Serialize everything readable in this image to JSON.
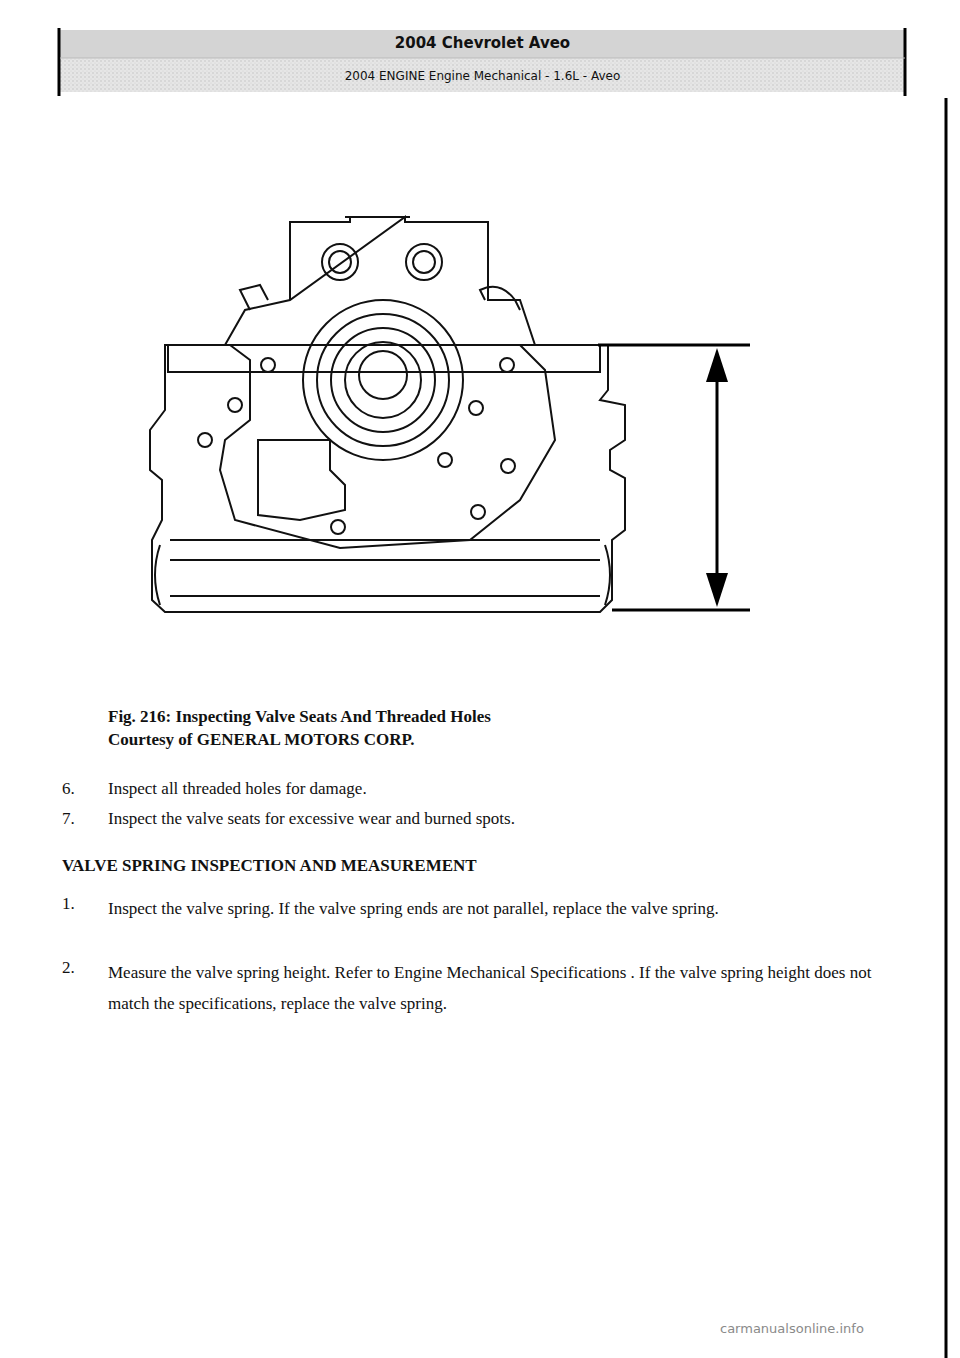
{
  "diagram": {
    "title": "2004 Chevrolet Aveo",
    "caption": "Fig. 216: Inspecting Valve Seats And Threaded Holes",
    "labels": [
      "2004 ENGINE Engine Mechanical - 1.6L - Aveo",
      "Courtesy of GENERAL MOTORS CORP.",
      "6.",
      "Inspect all threaded holes for damage.",
      "7.",
      "Inspect the valve seats for excessive wear and burned spots.",
      "VALVE SPRING INSPECTION AND MEASUREMENT",
      "1.",
      "Inspect the valve spring. If the valve spring ends are not parallel, replace the valve spring.",
      "2.",
      "Measure the valve spring height. Refer to Engine Mechanical Specifications . If the valve spring height does not match the specifications, replace the valve spring.",
      "carmanualsonline.info"
    ]
  }
}
